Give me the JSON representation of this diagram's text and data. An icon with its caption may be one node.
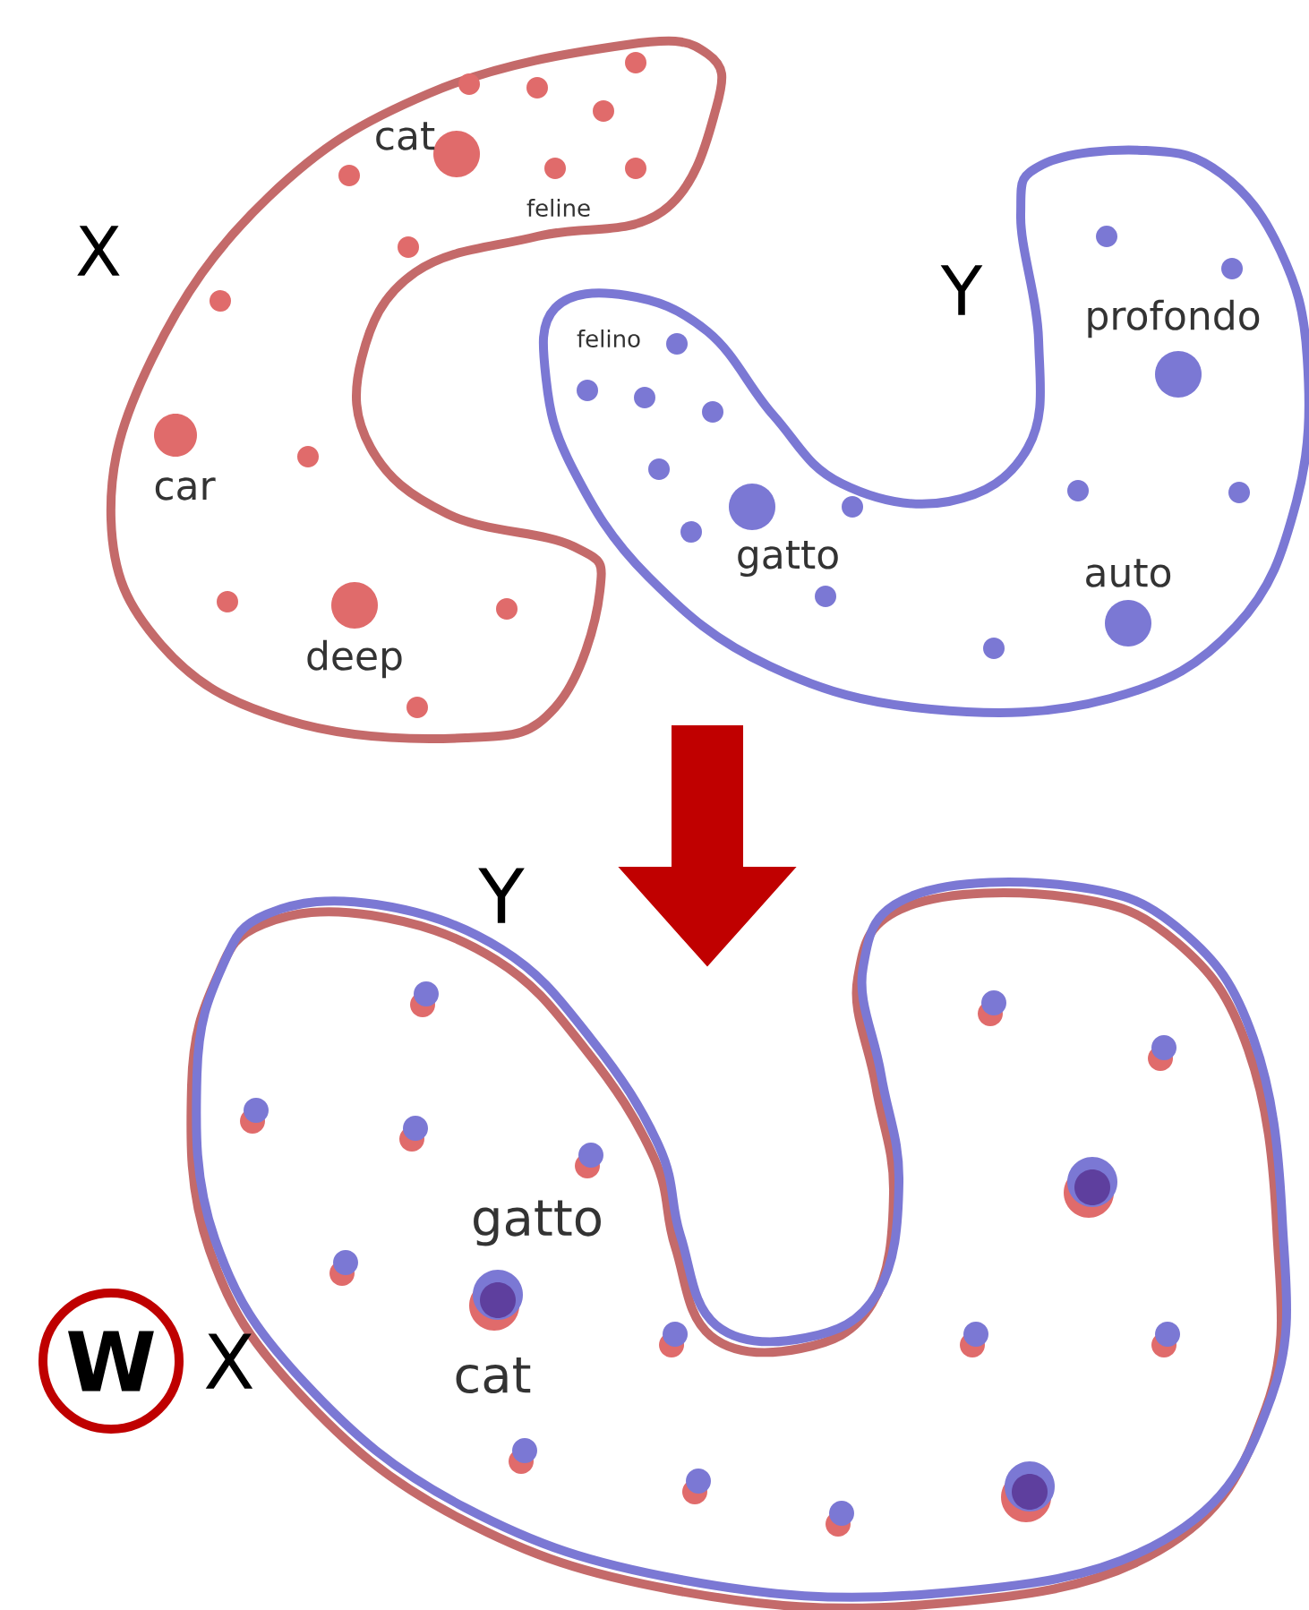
{
  "diagram": {
    "nodes": [
      {
        "text": [
          "cat",
          "feline",
          "car",
          "deep"
        ],
        "beside": [
          "X"
        ]
      },
      {
        "text": [
          "felino",
          "profondo",
          "gatto",
          "auto"
        ],
        "beside": [
          "Y"
        ]
      },
      {
        "text": [
          "gatto",
          "cat"
        ],
        "beside": [
          "Y",
          "X"
        ]
      },
      {
        "text": [
          "W"
        ]
      }
    ]
  }
}
